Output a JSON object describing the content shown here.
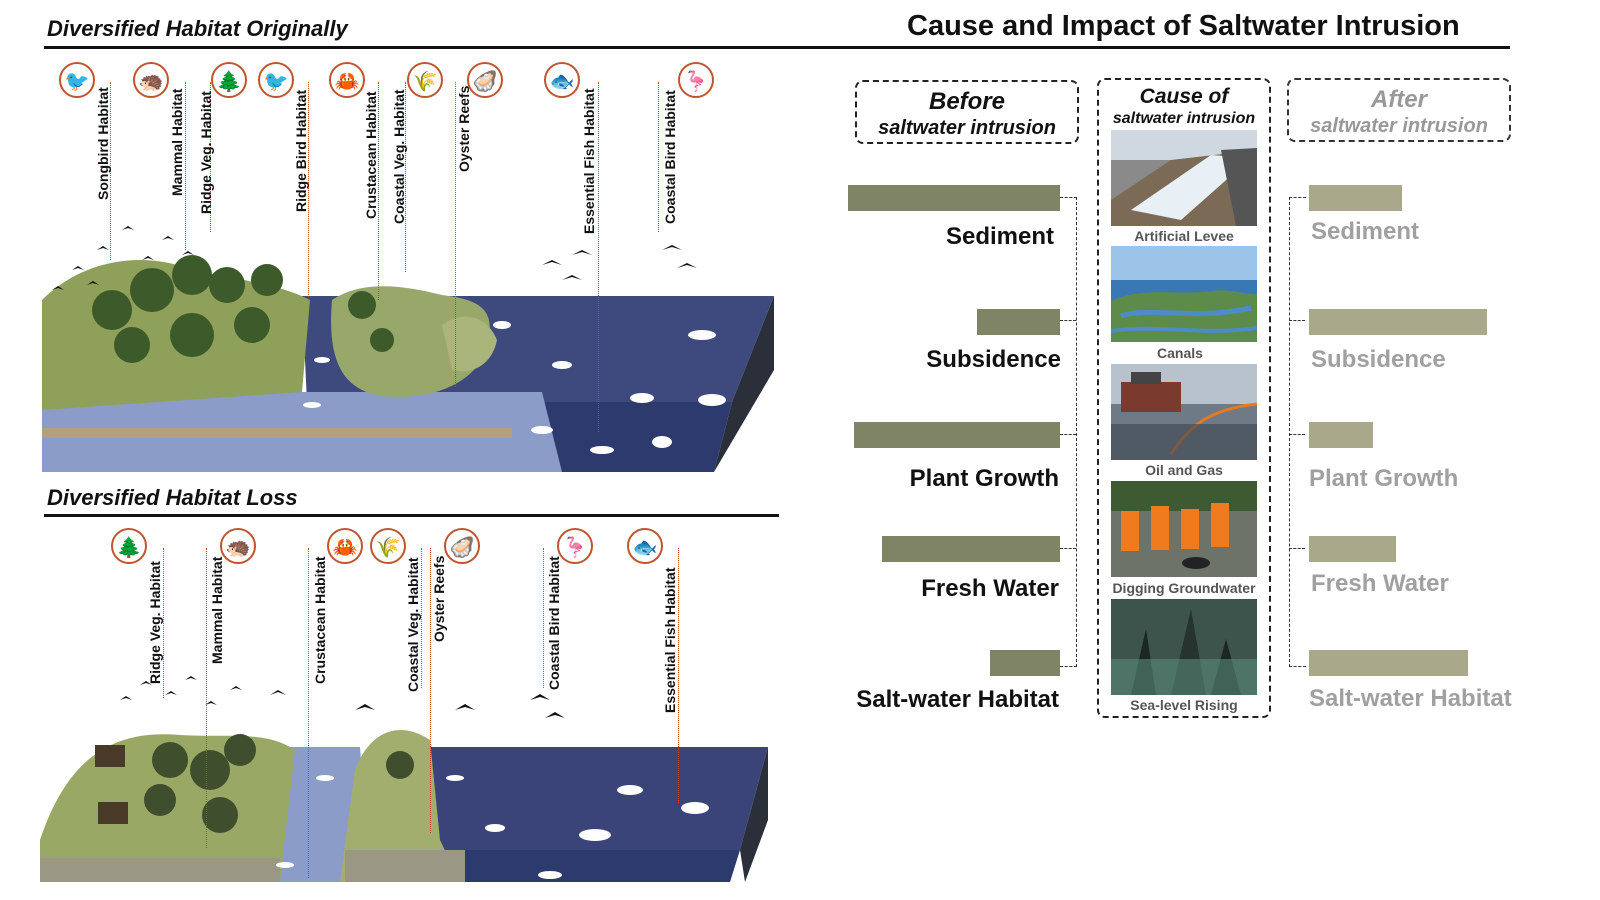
{
  "left": {
    "top_title": "Diversified Habitat Originally",
    "bottom_title": "Diversified Habitat Loss",
    "top_habitats": [
      {
        "label": "Songbird Habitat",
        "icon": "songbird-icon",
        "glyph": "🐦"
      },
      {
        "label": "Mammal Habitat",
        "icon": "mammal-icon",
        "glyph": "🦔"
      },
      {
        "label": "Ridge Veg. Habitat",
        "icon": "tree-icon",
        "glyph": "🌲"
      },
      {
        "label": "Ridge Bird Habitat",
        "icon": "ridge-bird-icon",
        "glyph": "🐦"
      },
      {
        "label": "Crustacean Habitat",
        "icon": "crab-icon",
        "glyph": "🦀"
      },
      {
        "label": "Coastal Veg. Habitat",
        "icon": "grass-icon",
        "glyph": "🌾"
      },
      {
        "label": "Oyster Reefs",
        "icon": "oyster-icon",
        "glyph": "🦪"
      },
      {
        "label": "Essential Fish Habitat",
        "icon": "fish-icon",
        "glyph": "🐟"
      },
      {
        "label": "Coastal Bird Habitat",
        "icon": "coastal-bird-icon",
        "glyph": "🦩"
      }
    ],
    "bottom_habitats": [
      {
        "label": "Ridge Veg. Habitat",
        "icon": "tree-icon",
        "glyph": "🌲"
      },
      {
        "label": "Mammal Habitat",
        "icon": "mammal-icon",
        "glyph": "🦔"
      },
      {
        "label": "Crustacean Habitat",
        "icon": "crab-icon",
        "glyph": "🦀"
      },
      {
        "label": "Coastal Veg. Habitat",
        "icon": "grass-icon",
        "glyph": "🌾"
      },
      {
        "label": "Oyster Reefs",
        "icon": "oyster-icon",
        "glyph": "🦪"
      },
      {
        "label": "Coastal Bird Habitat",
        "icon": "coastal-bird-icon",
        "glyph": "🦩"
      },
      {
        "label": "Essential Fish Habitat",
        "icon": "fish-icon",
        "glyph": "🐟"
      }
    ]
  },
  "right": {
    "title": "Cause and Impact of Saltwater Intrusion",
    "before": {
      "line1": "Before",
      "line2": "saltwater intrusion"
    },
    "cause": {
      "line1": "Cause of",
      "line2": "saltwater intrusion"
    },
    "after": {
      "line1": "After",
      "line2": "saltwater intrusion"
    },
    "factors": [
      "Sediment",
      "Subsidence",
      "Plant Growth",
      "Fresh Water",
      "Salt-water Habitat"
    ],
    "before_levels": [
      1.0,
      0.39,
      0.97,
      0.84,
      0.33
    ],
    "after_levels": [
      0.44,
      0.84,
      0.3,
      0.41,
      0.75
    ],
    "causes": [
      "Artificial Levee",
      "Canals",
      "Oil and Gas",
      "Digging Groundwater",
      "Sea-level Rising"
    ],
    "colors": {
      "before_bar": "#7f8466",
      "after_bar": "#a9a88a",
      "after_text": "#a0a0a0",
      "accent": "#c0552e"
    }
  }
}
